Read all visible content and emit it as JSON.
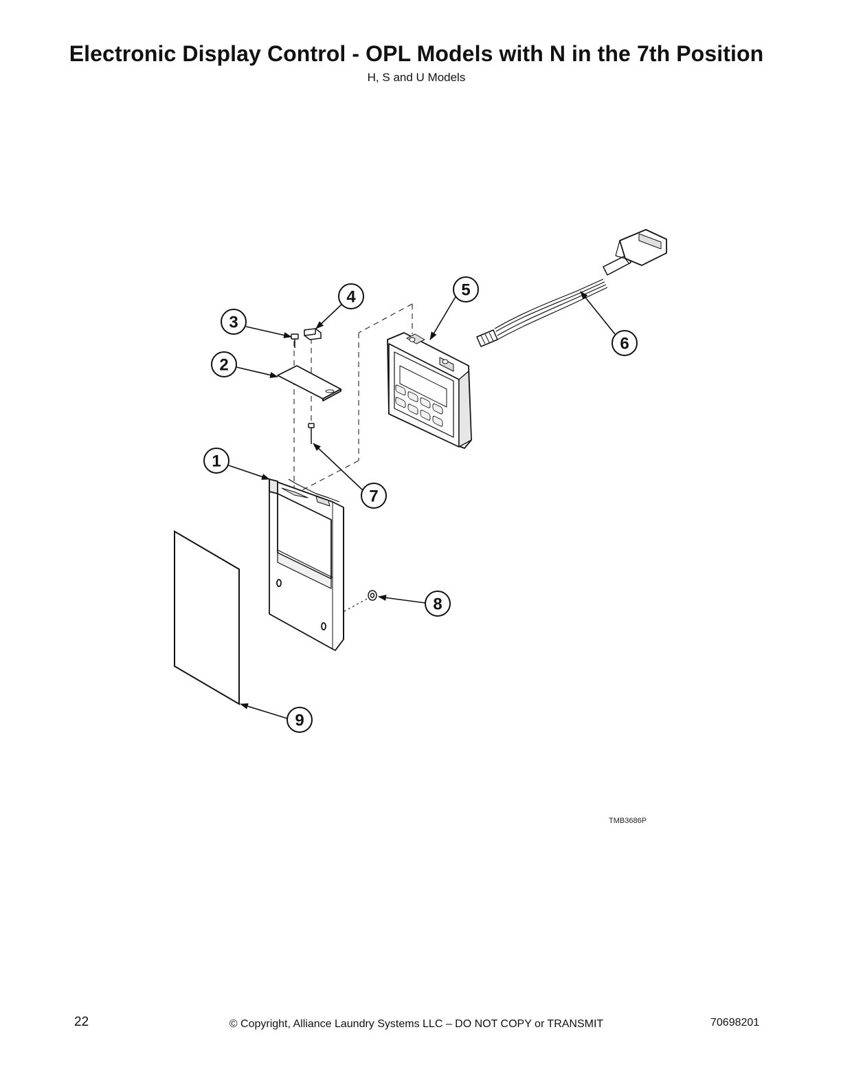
{
  "header": {
    "title": "Electronic Display Control - OPL Models with N in the 7th Position",
    "subtitle": "H, S and U Models"
  },
  "diagram": {
    "callouts": [
      {
        "number": "1",
        "part": "mounting-bracket"
      },
      {
        "number": "2",
        "part": "plate"
      },
      {
        "number": "3",
        "part": "screw"
      },
      {
        "number": "4",
        "part": "clip"
      },
      {
        "number": "5",
        "part": "display-control"
      },
      {
        "number": "6",
        "part": "wire-harness"
      },
      {
        "number": "7",
        "part": "screw"
      },
      {
        "number": "8",
        "part": "nut"
      },
      {
        "number": "9",
        "part": "insulation-panel"
      }
    ],
    "drawing_code": "TMB3686P"
  },
  "footer": {
    "page_number": "22",
    "copyright": "© Copyright, Alliance Laundry Systems LLC – DO NOT COPY or TRANSMIT",
    "document_number": "70698201"
  }
}
